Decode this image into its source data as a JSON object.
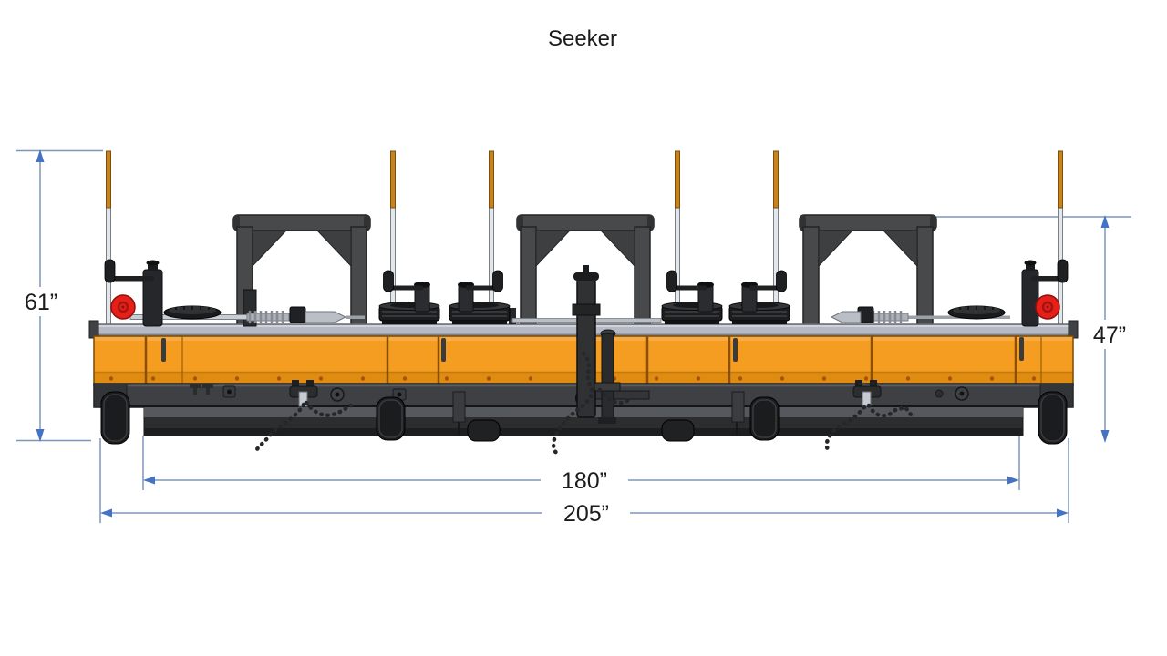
{
  "title": "Seeker",
  "dimensions": {
    "left_height": "61”",
    "right_height": "47”",
    "inner_length": "180”",
    "overall_length": "205”"
  },
  "colors": {
    "body_orange": "#F49D20",
    "body_bevel_orange": "#E08C12",
    "pole_tip_tan": "#C9831C",
    "frame_gray": "#3E4043",
    "skirt_gray": "#2C2D2F",
    "rail_silver": "#B7BCC6",
    "hoop_gray": "#48494B",
    "wheel_black": "#1B1C1E",
    "knob_red": "#E62019",
    "dimension_line_blue": "#7D96BB",
    "dimension_arrow_blue": "#4472C4",
    "text_black": "#1C1C1C",
    "background_white": "#FFFFFF"
  }
}
